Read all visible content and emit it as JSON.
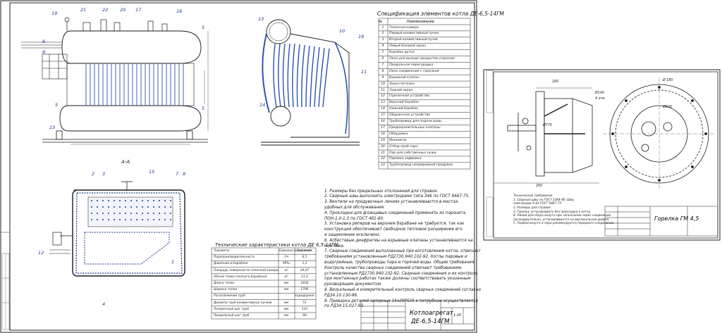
{
  "spec_table": {
    "title": "Спецификация элементов котла ДЕ-6,5-14ГМ",
    "headers": {
      "num": "№",
      "name": "Наименование"
    },
    "rows": [
      {
        "n": "1",
        "name": "Топочная камера"
      },
      {
        "n": "2",
        "name": "Первый конвективный пучок"
      },
      {
        "n": "3",
        "name": "Второй конвективный пучок"
      },
      {
        "n": "4",
        "name": "Левый боковой экран"
      },
      {
        "n": "5",
        "name": "Коробка дутья"
      },
      {
        "n": "6",
        "name": "Окно для выхода продуктов сгорания"
      },
      {
        "n": "7",
        "name": "Продольная перегородка"
      },
      {
        "n": "8",
        "name": "Окно соединения с горелкой"
      },
      {
        "n": "9",
        "name": "Взрывной клапан"
      },
      {
        "n": "10",
        "name": "Экран потолка"
      },
      {
        "n": "11",
        "name": "Задний экран"
      },
      {
        "n": "12",
        "name": "Горелочное устройство"
      },
      {
        "n": "13",
        "name": "Верхний барабан"
      },
      {
        "n": "14",
        "name": "Нижний барабан"
      },
      {
        "n": "15",
        "name": "Обдувочное устройство"
      },
      {
        "n": "16",
        "name": "Трубопровод для подачи воды"
      },
      {
        "n": "17",
        "name": "Предохранительные клапаны"
      },
      {
        "n": "18",
        "name": "Обмуровка"
      },
      {
        "n": "19",
        "name": "Манометр"
      },
      {
        "n": "20",
        "name": "Отбор проб пара"
      },
      {
        "n": "21",
        "name": "Пар для собственных нужд"
      },
      {
        "n": "22",
        "name": "Паровая задвижка"
      },
      {
        "n": "23",
        "name": "Трубопровод непрерывной продувки"
      }
    ]
  },
  "notes": [
    "1. Размеры без предельных отклонений для справок.",
    "2. Сварные швы выполнить электродами типа 346 по ГОСТ 9467-75.",
    "3. Вентили на продувочных линиях устанавливаются в местах,",
    "удобных для обслуживания.",
    "4. Прокладки для фланцевых соединений применять из паронита",
    "ПОН-1,0-1,5 по ГОСТ 481-80.",
    "5. Установка реперов на верхнем барабане не требуется, так как",
    "конструкция обеспечивает свободное тепловое расширение его",
    "и защемление исключено.",
    "6. Асбестовые диафрагмы на взрывные клапаны устанавливаются на",
    "монтаже.",
    "7. Сварные соединения выполненные при изготовлении котла, отвечают",
    "требованиям установленным РД2730.940.102-92. Котлы паровые и",
    "водогрейные, трубопроводы пара и горячей воды. Общие требования.",
    "Контроль качества сварных соединений отвечают требованиям,",
    "установленным РД2730.940.102-92. Сварные соединения и их контроль",
    "при монтажных работах также должны соответствовать указанным",
    "руководящим документом.",
    "8. Визуальный и измерительный контроль сварных соединений согласно",
    "РД34.10.130-96.",
    "9. Приварка деталей запорных 15х20Р525 к патрубкам осуществляется",
    "по РД34.15.027-93."
  ],
  "tech_table": {
    "title": "Технические характеристики котла ДЕ 6,5-14ГМ",
    "headers": [
      "Параметр",
      "Единица измерения",
      "Значение"
    ],
    "rows": [
      {
        "p": "Паропроизводительность",
        "u": "т/ч",
        "v": "6,5"
      },
      {
        "p": "Давление в барабане",
        "u": "МПа",
        "v": "1,3"
      },
      {
        "p": "Площадь поверхности топочной камеры",
        "u": "м²",
        "v": "29,97"
      },
      {
        "p": "Объем топки (полного барабана)",
        "u": "м³",
        "v": "11,2"
      },
      {
        "p": "Длина топки",
        "u": "мм",
        "v": "2430"
      },
      {
        "p": "Ширина топки",
        "u": "мм",
        "v": "1790"
      },
      {
        "p": "Расположение труб",
        "u": "–",
        "v": "коридорное"
      },
      {
        "p": "Диаметр труб конвективных пучков",
        "u": "мм",
        "v": "51"
      },
      {
        "p": "Поперечный шаг труб",
        "u": "мм",
        "v": "110"
      },
      {
        "p": "Продольный шаг труб",
        "u": "мм",
        "v": "90"
      }
    ]
  },
  "boiler_stamp": {
    "title_line1": "Котлоагрегат",
    "title_line2": "ДЕ-6,5-14ГМ",
    "scale": "1:20"
  },
  "burner": {
    "stamp_title": "Горелка ГМ 4,5",
    "notes": [
      "Технические требования",
      "1. Сварные швы по ГОСТ 5264-80. Швы",
      "электродов Э-42 ГОСТ 9467-75.",
      "2. Размеры для справок.",
      "3. Горелку устанавливать без прокладки к котлу.",
      "4. Линии для сбора мазута при заполнении через соединение",
      "последовательно, устанавливается на вертикальное уровня.",
      "5. Подбой мазута и пара рекомендуется переднего соединения."
    ],
    "labels": [
      "160",
      "Ø140",
      "4 отв.",
      "Ø770",
      "Ø600",
      "200",
      "Ø 180"
    ]
  },
  "section_label": "А-А",
  "callouts": {
    "front": [
      "19",
      "21",
      "22",
      "20",
      "17",
      "16",
      "5",
      "6",
      "9",
      "5",
      "5",
      "23"
    ],
    "side": [
      "13",
      "10",
      "18",
      "11",
      "14"
    ],
    "section": [
      "2",
      "3",
      "15",
      "7",
      "8",
      "12",
      "1",
      "4"
    ]
  }
}
